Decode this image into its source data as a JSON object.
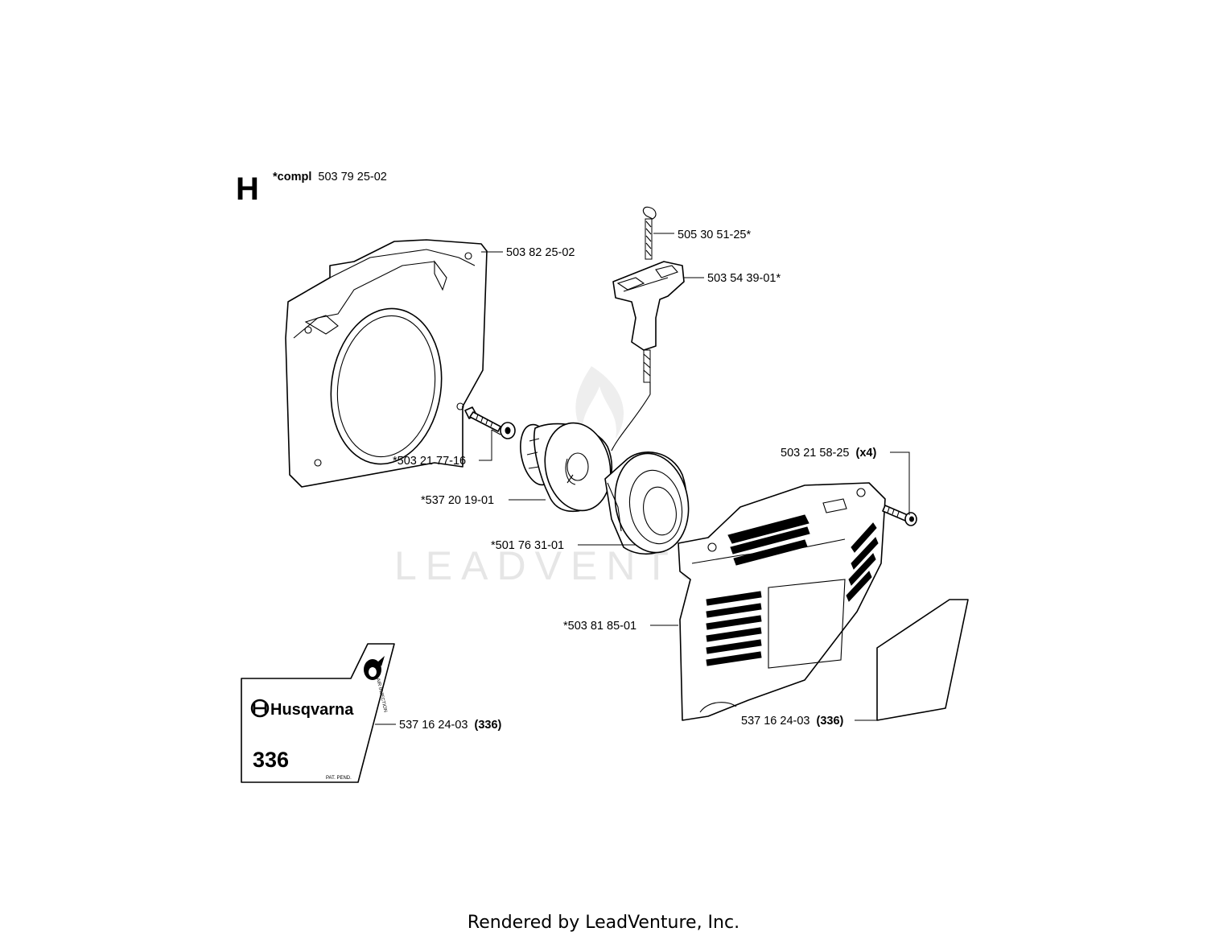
{
  "section": {
    "letter": "H",
    "compl_prefix": "*compl",
    "compl_number": "503 79 25-02"
  },
  "callouts": {
    "fan_housing": "503 82 25-02",
    "rope": "505 30 51-25*",
    "handle": "503 54 39-01*",
    "screw": "*503 21 77-16",
    "pulley": "*537 20 19-01",
    "spring_cassette": "*501 76 31-01",
    "cover_screw": "503 21 58-25",
    "cover_screw_qty": "(x4)",
    "cover": "*503 81 85-01",
    "decal_left": "537 16 24-03",
    "decal_left_model": "(336)",
    "decal_right": "537 16 24-03",
    "decal_right_model": "(336)"
  },
  "decal": {
    "brand": "Husqvarna",
    "model": "336",
    "pat": "PAT. PEND.",
    "side": "AIR INJECTION"
  },
  "watermark": "LEADVENTURE",
  "footer": "Rendered by LeadVenture, Inc."
}
